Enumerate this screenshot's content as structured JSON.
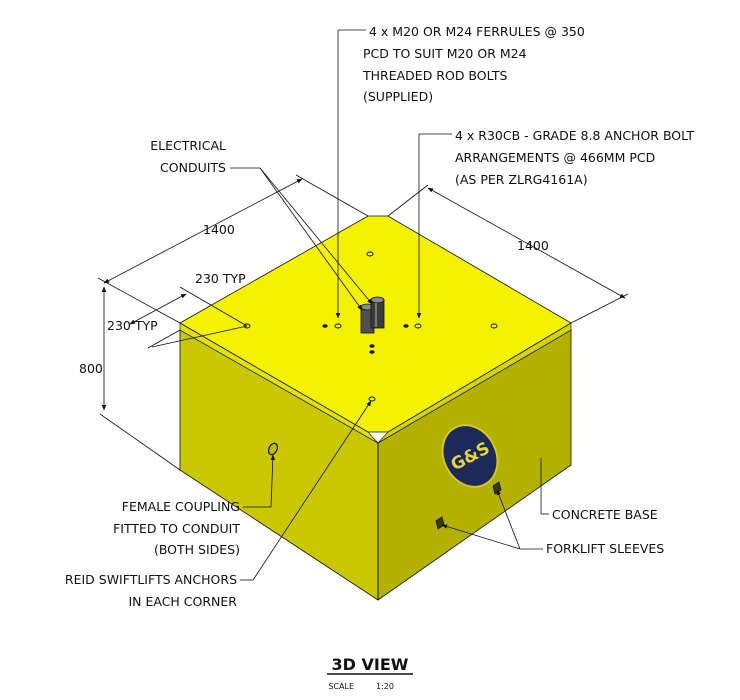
{
  "annotations": {
    "ferrules": [
      "4 x M20 OR M24 FERRULES @ 350",
      "PCD TO SUIT M20 OR M24",
      "THREADED ROD BOLTS",
      "(SUPPLIED)"
    ],
    "anchor_bolts": [
      "4 x R30CB - GRADE 8.8 ANCHOR BOLT",
      "ARRANGEMENTS @ 466MM PCD",
      "(AS PER ZLRG4161A)"
    ],
    "conduits": [
      "ELECTRICAL",
      "CONDUITS"
    ],
    "female_coupling": [
      "FEMALE COUPLING",
      "FITTED TO CONDUIT",
      "(BOTH SIDES)"
    ],
    "swiftlifts": [
      "REID SWIFTLIFTS ANCHORS",
      "IN EACH CORNER"
    ],
    "concrete_base": "CONCRETE BASE",
    "forklift": "FORKLIFT SLEEVES"
  },
  "dimensions": {
    "left_width": "1400",
    "right_width": "1400",
    "height": "800",
    "offset_a": "230 TYP",
    "offset_b": "230 TYP"
  },
  "logo_text": "G&S",
  "title": {
    "view": "3D VIEW",
    "scale_label": "SCALE",
    "scale_value": "1:20"
  },
  "colors": {
    "top": "#F4F200",
    "left": "#C9C800",
    "right": "#B3B100",
    "edge": "#E5E300",
    "line": "#111111",
    "logo_bg": "#1C2A5A",
    "logo_gold": "#D8C52A"
  }
}
